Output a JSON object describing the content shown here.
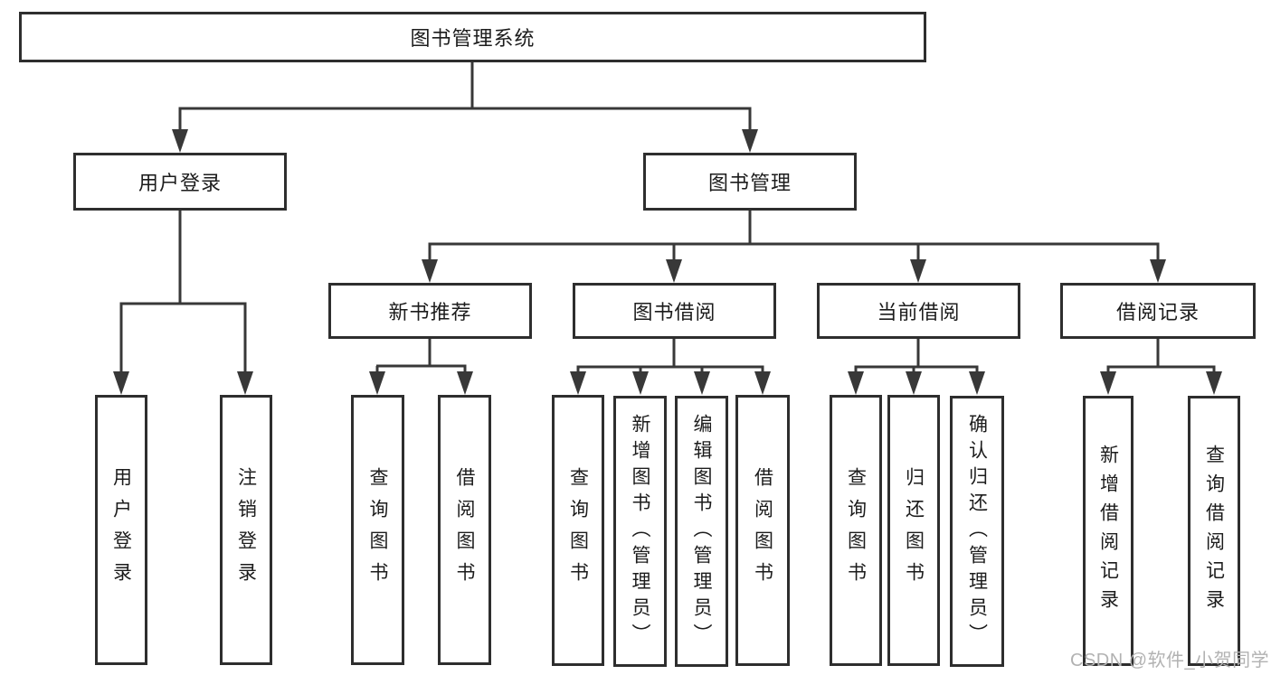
{
  "diagram": {
    "title": "图书管理系统",
    "root": {
      "label": "图书管理系统"
    },
    "branches": [
      {
        "label": "用户登录"
      },
      {
        "label": "图书管理"
      }
    ],
    "sections": [
      {
        "label": "新书推荐"
      },
      {
        "label": "图书借阅"
      },
      {
        "label": "当前借阅"
      },
      {
        "label": "借阅记录"
      }
    ],
    "leaves": [
      {
        "parent": "用户登录",
        "label": "用户登录"
      },
      {
        "parent": "用户登录",
        "label": "注销登录"
      },
      {
        "parent": "新书推荐",
        "label": "查询图书"
      },
      {
        "parent": "新书推荐",
        "label": "借阅图书"
      },
      {
        "parent": "图书借阅",
        "label": "查询图书"
      },
      {
        "parent": "图书借阅",
        "label": "新增图书（管理员）"
      },
      {
        "parent": "图书借阅",
        "label": "编辑图书（管理员）"
      },
      {
        "parent": "图书借阅",
        "label": "借阅图书"
      },
      {
        "parent": "当前借阅",
        "label": "查询图书"
      },
      {
        "parent": "当前借阅",
        "label": "归还图书"
      },
      {
        "parent": "当前借阅",
        "label": "确认归还（管理员）"
      },
      {
        "parent": "借阅记录",
        "label": "新增借阅记录"
      },
      {
        "parent": "借阅记录",
        "label": "查询借阅记录"
      }
    ]
  },
  "watermark": {
    "text": "CSDN @软件_小贺同学"
  },
  "colors": {
    "line": "#383838",
    "border": "#2e2e2e",
    "text": "#1c1c1c",
    "watermark": "#b2b2b2",
    "background": "#ffffff"
  }
}
